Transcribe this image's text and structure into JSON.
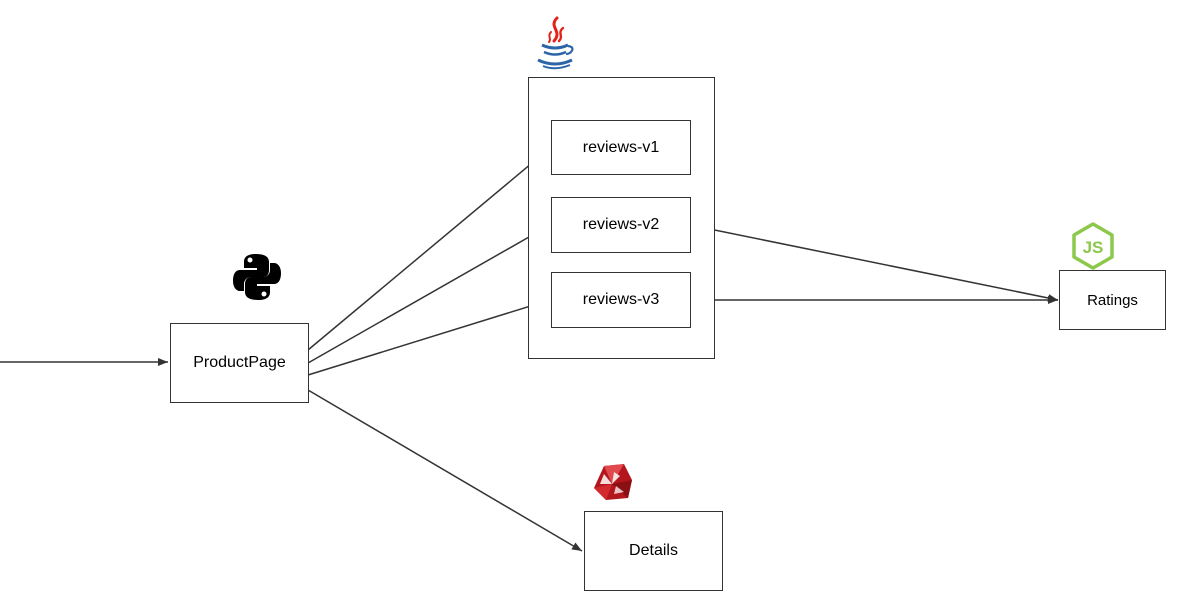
{
  "nodes": {
    "productpage": "ProductPage",
    "reviews_v1": "reviews-v1",
    "reviews_v2": "reviews-v2",
    "reviews_v3": "reviews-v3",
    "ratings": "Ratings",
    "details": "Details"
  },
  "icons": {
    "productpage": "python-icon",
    "reviews": "java-icon",
    "ratings": "nodejs-icon",
    "details": "ruby-icon"
  },
  "colors": {
    "line": "#333333",
    "java_red": "#e2231a",
    "java_blue": "#2c64a8",
    "node_green": "#8cc84b",
    "ruby_red": "#b3161c"
  }
}
